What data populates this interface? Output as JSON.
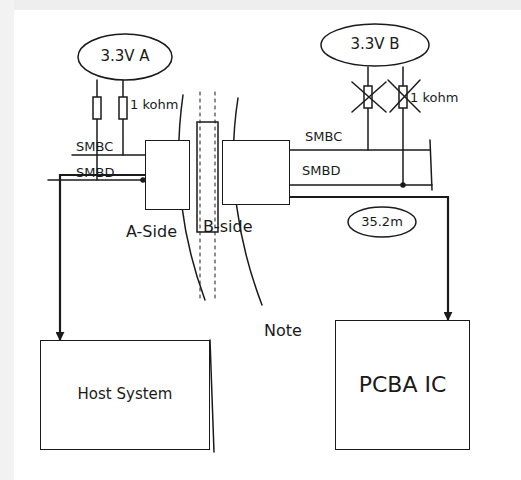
{
  "diagram": {
    "nodes": [
      {
        "text": [
          "3.3V A"
        ]
      },
      {
        "text": [
          "3.3V B"
        ]
      },
      {
        "text": [
          "A-Side"
        ]
      },
      {
        "text": [
          "B-side"
        ]
      },
      {
        "text": [
          "35.2m"
        ]
      },
      {
        "text": [
          "Host System"
        ]
      },
      {
        "text": [
          "PCBA IC"
        ]
      }
    ],
    "edges": [
      {
        "from": 2,
        "to": 5,
        "arrow": "to"
      },
      {
        "from": 3,
        "to": 6,
        "arrow": "to"
      }
    ],
    "labels": [
      "1 kohm",
      "SMBC",
      "SMBD",
      "1 kohm",
      "SMBC",
      "SMBD",
      "Note"
    ]
  }
}
